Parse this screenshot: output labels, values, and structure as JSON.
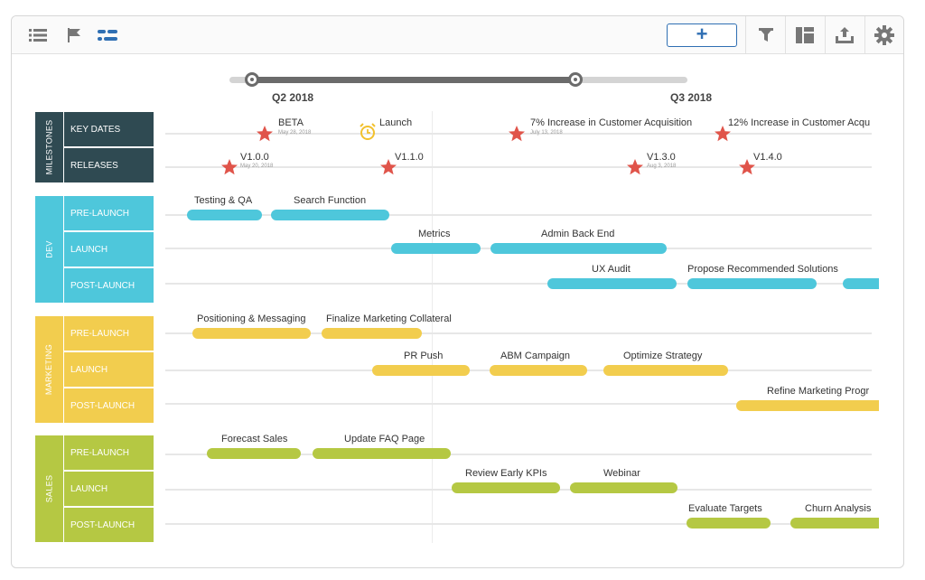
{
  "toolbar": {
    "icons": [
      "list-icon",
      "flag-icon",
      "timeline-icon",
      "filter-icon",
      "layout-icon",
      "export-icon",
      "gear-icon"
    ],
    "add_label": "+",
    "accent": "#2f6fb3"
  },
  "timeline": {
    "quarters": [
      "Q2 2018",
      "Q3 2018"
    ]
  },
  "groups": {
    "milestones": {
      "name": "MILESTONES",
      "color": "#2f4a52",
      "rows": [
        "KEY DATES",
        "RELEASES"
      ]
    },
    "dev": {
      "name": "DEV",
      "color": "#4ec7db",
      "rows": [
        "PRE-LAUNCH",
        "LAUNCH",
        "POST-LAUNCH"
      ]
    },
    "marketing": {
      "name": "MARKETING",
      "color": "#f2cd4e",
      "rows": [
        "PRE-LAUNCH",
        "LAUNCH",
        "POST-LAUNCH"
      ]
    },
    "sales": {
      "name": "SALES",
      "color": "#b5c843",
      "rows": [
        "PRE-LAUNCH",
        "LAUNCH",
        "POST-LAUNCH"
      ]
    }
  },
  "milestones": {
    "key_dates": [
      {
        "label": "BETA",
        "date": "May 28, 2018",
        "icon": "star-icon"
      },
      {
        "label": "Launch",
        "date": "",
        "icon": "alarm-clock-icon"
      },
      {
        "label": "7% Increase in Customer Acquisition",
        "date": "July 13, 2018",
        "icon": "star-icon"
      },
      {
        "label": "12% Increase in Customer Acqu",
        "date": "",
        "icon": "star-icon"
      }
    ],
    "releases": [
      {
        "label": "V1.0.0",
        "date": "May 20, 2018",
        "icon": "star-icon"
      },
      {
        "label": "V1.1.0",
        "date": "",
        "icon": "star-icon"
      },
      {
        "label": "V1.3.0",
        "date": "Aug 3, 2018",
        "icon": "star-icon"
      },
      {
        "label": "V1.4.0",
        "date": "",
        "icon": "star-icon"
      }
    ]
  },
  "tasks": {
    "dev_pre": [
      "Testing & QA",
      "Search Function"
    ],
    "dev_launch": [
      "Metrics",
      "Admin Back End"
    ],
    "dev_post": [
      "UX Audit",
      "Propose Recommended Solutions"
    ],
    "mkt_pre": [
      "Positioning & Messaging",
      "Finalize Marketing Collateral"
    ],
    "mkt_launch": [
      "PR Push",
      "ABM Campaign",
      "Optimize Strategy"
    ],
    "mkt_post": [
      "Refine Marketing Progr"
    ],
    "sales_pre": [
      "Forecast Sales",
      "Update FAQ Page"
    ],
    "sales_launch": [
      "Review Early KPIs",
      "Webinar"
    ],
    "sales_post": [
      "Evaluate Targets",
      "Churn Analysis"
    ]
  },
  "colors": {
    "star": "#e0544a",
    "clock": "#f2c12e",
    "slider": "#6b6b6b"
  }
}
